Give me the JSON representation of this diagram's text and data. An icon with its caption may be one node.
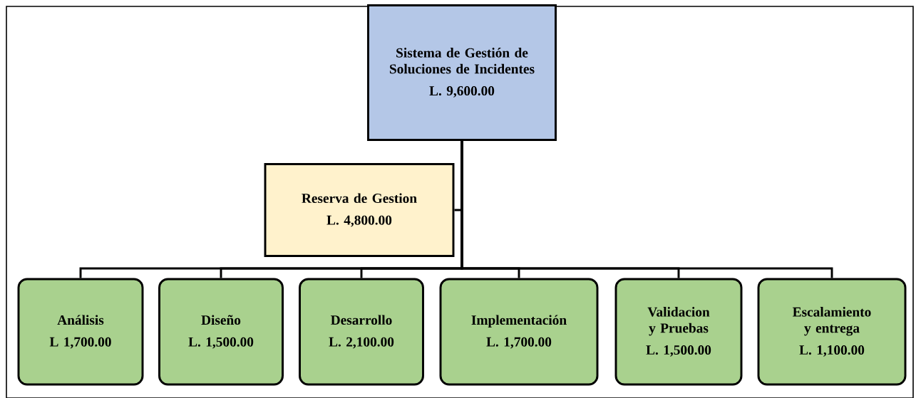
{
  "diagram": {
    "nodes": [
      {
        "text": [
          "Sistema de Gestión de Soluciones de Incidentes",
          "L. 9,600.00"
        ]
      },
      {
        "text": [
          "Reserva de Gestion",
          "L. 4,800.00"
        ]
      },
      {
        "text": [
          "Análisis",
          "L 1,700.00"
        ]
      },
      {
        "text": [
          "Diseño",
          "L. 1,500.00"
        ]
      },
      {
        "text": [
          "Desarrollo",
          "L. 2,100.00"
        ]
      },
      {
        "text": [
          "Implementación",
          "L. 1,700.00"
        ]
      },
      {
        "text": [
          "Validacion y Pruebas",
          "L. 1,500.00"
        ]
      },
      {
        "text": [
          "Escalamiento y entrega",
          "L. 1,100.00"
        ]
      }
    ],
    "edges": [
      {
        "from": 0,
        "to": 1,
        "arrow": "none"
      },
      {
        "from": 0,
        "to": 2,
        "arrow": "none"
      },
      {
        "from": 0,
        "to": 3,
        "arrow": "none"
      },
      {
        "from": 0,
        "to": 4,
        "arrow": "none"
      },
      {
        "from": 0,
        "to": 5,
        "arrow": "none"
      },
      {
        "from": 0,
        "to": 6,
        "arrow": "none"
      },
      {
        "from": 0,
        "to": 7,
        "arrow": "none"
      }
    ]
  }
}
